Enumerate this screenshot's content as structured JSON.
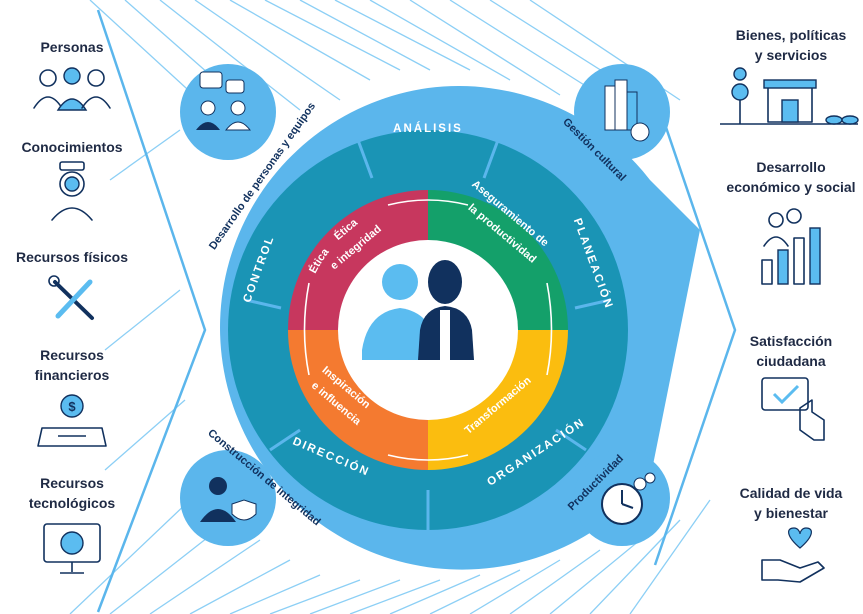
{
  "colors": {
    "outer_ring": "#5bb6ec",
    "middle_ring": "#1a94b5",
    "center": "#ffffff",
    "etica": "#c7375e",
    "aseguramiento": "#14a06a",
    "transformacion": "#fbbd0f",
    "inspiracion": "#f47a30",
    "navy": "#11315e",
    "light_blue": "#5bbcf0"
  },
  "inputs": [
    {
      "label_lines": [
        "Personas"
      ],
      "icon": "people-group-icon"
    },
    {
      "label_lines": [
        "Conocimientos"
      ],
      "icon": "brain-head-icon"
    },
    {
      "label_lines": [
        "Recursos físicos"
      ],
      "icon": "tools-icon"
    },
    {
      "label_lines": [
        "Recursos",
        "financieros"
      ],
      "icon": "money-hand-icon"
    },
    {
      "label_lines": [
        "Recursos",
        "tecnológicos"
      ],
      "icon": "computer-globe-icon"
    }
  ],
  "outputs": [
    {
      "label_lines": [
        "Bienes, políticas",
        "y servicios"
      ],
      "icon": "public-building-icon"
    },
    {
      "label_lines": [
        "Desarrollo",
        "económico y social"
      ],
      "icon": "growth-people-icon"
    },
    {
      "label_lines": [
        "Satisfacción",
        "ciudadana"
      ],
      "icon": "check-hand-icon"
    },
    {
      "label_lines": [
        "Calidad de vida",
        "y bienestar"
      ],
      "icon": "heart-hand-icon"
    }
  ],
  "outer_ring": {
    "desarrollo": "Desarrollo de personas y equipos",
    "gestion": "Gestión cultural",
    "construccion": "Construcción de integridad",
    "productividad": "Productividad"
  },
  "middle_ring": {
    "analisis": "ANÁLISIS",
    "planeacion": "PLANEACIÓN",
    "organizacion": "ORGANIZACIÓN",
    "direccion": "DIRECCIÓN",
    "control": "CONTROL"
  },
  "inner_ring": {
    "etica": [
      "Ética",
      "e integridad"
    ],
    "aseguramiento": [
      "Aseguramiento de",
      "la productividad"
    ],
    "transformacion": [
      "Transformación"
    ],
    "inspiracion": [
      "Inspiración",
      "e influencia"
    ]
  }
}
